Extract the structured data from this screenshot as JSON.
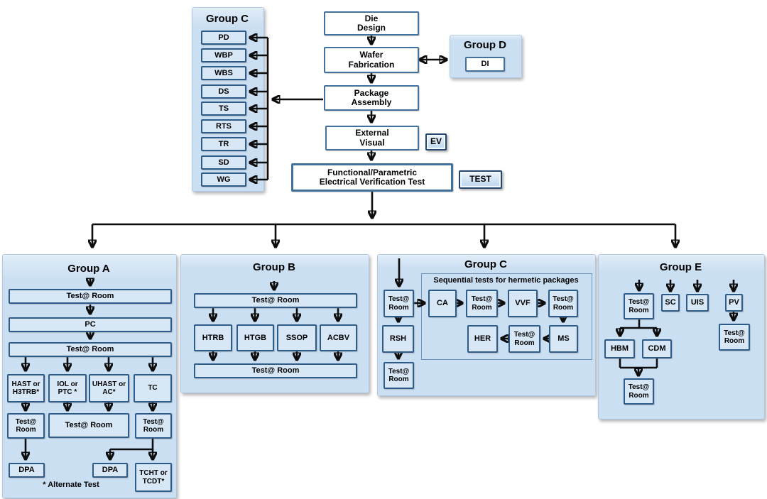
{
  "pre_test_group_c": {
    "title": "Group C",
    "items": [
      "PD",
      "WBP",
      "WBS",
      "DS",
      "TS",
      "RTS",
      "TR",
      "SD",
      "WG"
    ]
  },
  "main_flow": {
    "die_design": "Die\nDesign",
    "wafer_fabrication": "Wafer\nFabrication",
    "package_assembly": "Package\nAssembly",
    "external_visual": "External\nVisual",
    "ev_tag": "EV",
    "electrical_test": "Functional/Parametric\nElectrical Verification Test",
    "test_tag": "TEST"
  },
  "group_d": {
    "title": "Group D",
    "di": "DI"
  },
  "group_a": {
    "title": "Group A",
    "test_room": "Test@ Room",
    "pc": "PC",
    "branches": [
      "HAST or\nH3TRB*",
      "IOL or\nPTC *",
      "UHAST or\nAC*",
      "TC"
    ],
    "dpa": "DPA",
    "tcht_tcdt": "TCHT or\nTCDT*",
    "footnote": "* Alternate Test"
  },
  "group_b": {
    "title": "Group B",
    "test_room": "Test@ Room",
    "branches": [
      "HTRB",
      "HTGB",
      "SSOP",
      "ACBV"
    ]
  },
  "group_c": {
    "title": "Group C",
    "sequential_note": "Sequential tests for hermetic packages",
    "test_room": "Test@ Room",
    "rsh": "RSH",
    "ca": "CA",
    "vvf": "VVF",
    "her": "HER",
    "ms": "MS"
  },
  "group_e": {
    "title": "Group E",
    "test_room": "Test@ Room",
    "sc": "SC",
    "uis": "UIS",
    "pv": "PV",
    "hbm": "HBM",
    "cdm": "CDM"
  },
  "colors": {
    "panel_fill": "#cbdff2",
    "box_fill": "#d7e7f6",
    "box_border": "#2e5c8a",
    "arrow": "#0d0d0d"
  }
}
